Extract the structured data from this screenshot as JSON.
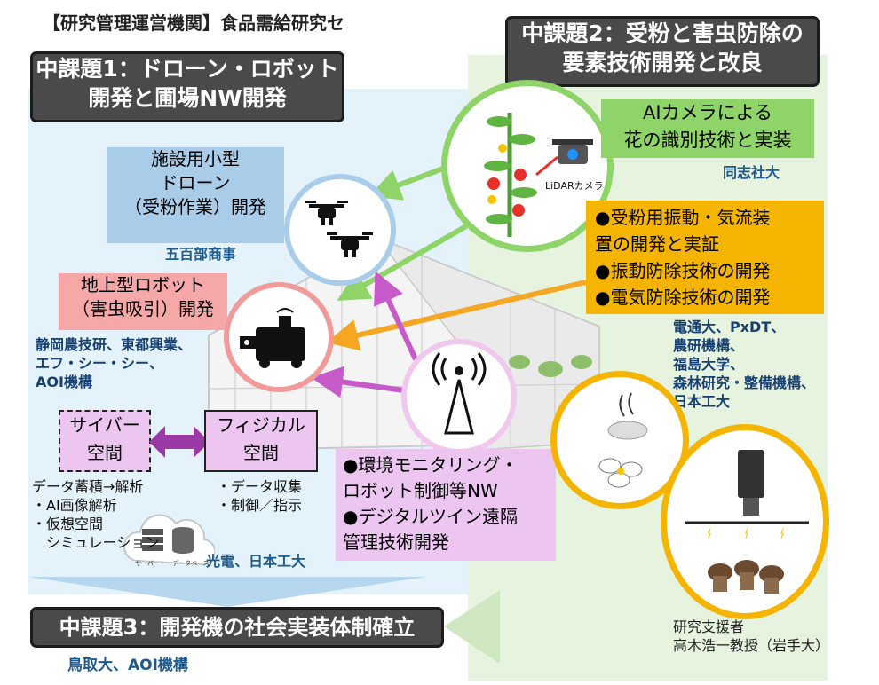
{
  "top_title": "【研究管理運営機関】食品需給研究セ",
  "theme1": {
    "line1": "中課題1：ドローン・ロボット",
    "line2": "開発と圃場NW開発"
  },
  "theme2": {
    "line1": "中課題2：受粉と害虫防除の",
    "line2": "要素技術開発と改良"
  },
  "theme3": {
    "label": "中課題3：開発機の社会実装体制確立"
  },
  "drone_box": {
    "line1": "施設用小型",
    "line2": "ドローン",
    "line3": "（受粉作業）開発",
    "org": "五百部商事"
  },
  "robot_box": {
    "line1": "地上型ロボット",
    "line2": "（害虫吸引）開発",
    "orgs": [
      "静岡農技研、東都興業、",
      "エフ・シー・シー、",
      "AOI機構"
    ]
  },
  "ai_box": {
    "line1": "AIカメラによる",
    "line2": "花の識別技術と実装",
    "org": "同志社大"
  },
  "lidar_label": "LiDARカメラ",
  "pollination_box": {
    "items": [
      "●受粉用振動・気流装",
      "置の開発と実証",
      "●振動防除技術の開発",
      "●電気防除技術の開発"
    ]
  },
  "pollination_orgs": [
    "電通大、PxDT、",
    "農研機構、",
    "福島大学、",
    "森林研究・整備機構、",
    "日本工大"
  ],
  "cyber": {
    "line1": "サイバー",
    "line2": "空間",
    "notes": [
      "データ蓄積→解析",
      "・AI画像解析",
      "・仮想空間",
      "　シミュレーション"
    ]
  },
  "physical": {
    "line1": "フィジカル",
    "line2": "空間",
    "notes": [
      "・データ収集",
      "・制御／指示"
    ]
  },
  "server_labels": {
    "server": "サーバー",
    "db": "データベース"
  },
  "network_box": {
    "items": [
      "●環境モニタリング・",
      "ロボット制御等NW",
      "●デジタルツイン遠隔",
      "管理技術開発"
    ]
  },
  "network_orgs": "光電、日本工大",
  "theme3_orgs": "鳥取大、AOI機構",
  "support": {
    "line1": "研究支援者",
    "line2": "高木浩一教授（岩手大）"
  },
  "colors": {
    "green": "#8ed468",
    "blue": "#a9cde9",
    "pink": "#f19a9a",
    "orange": "#f5a623",
    "purple": "#9b3aa6",
    "magenta": "#c55ac8",
    "dark": "#4a4a4a"
  }
}
